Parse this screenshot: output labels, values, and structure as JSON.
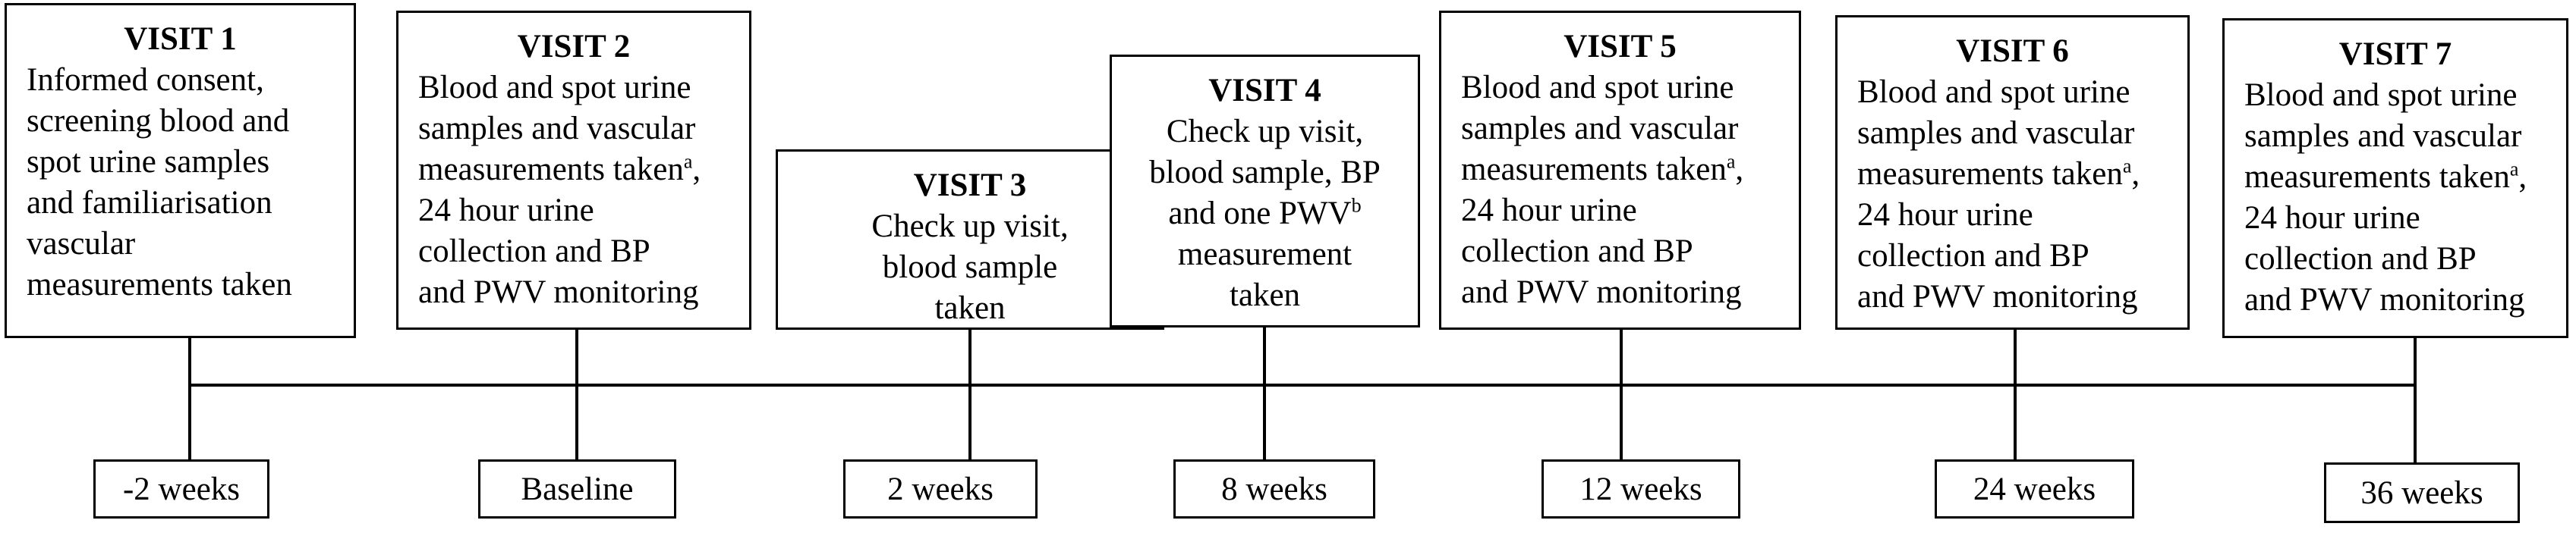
{
  "visits": [
    {
      "title": "VISIT 1",
      "lines": [
        "Informed consent,",
        "screening blood and",
        "spot urine samples",
        "and familiarisation",
        "vascular",
        "measurements taken"
      ],
      "timepoint": "-2 weeks"
    },
    {
      "title": "VISIT 2",
      "lines": [
        "Blood and spot urine",
        "samples and vascular",
        "measurements taken",
        ",",
        "24 hour urine",
        "collection and BP",
        "and PWV monitoring"
      ],
      "sup": "a",
      "timepoint": "Baseline"
    },
    {
      "title": "VISIT 3",
      "lines": [
        "Check up visit,",
        "blood sample",
        "taken"
      ],
      "timepoint": "2 weeks"
    },
    {
      "title": "VISIT 4",
      "lines": [
        "Check up visit,",
        "blood sample, BP",
        "and one PWV",
        "measurement",
        "taken"
      ],
      "sup": "b",
      "timepoint": "8 weeks"
    },
    {
      "title": "VISIT 5",
      "lines": [
        "Blood and spot urine",
        "samples and vascular",
        "measurements taken",
        ",",
        "24 hour urine",
        "collection and BP",
        "and PWV monitoring"
      ],
      "sup": "a",
      "timepoint": "12 weeks"
    },
    {
      "title": "VISIT 6",
      "lines": [
        "Blood and spot urine",
        "samples and vascular",
        "measurements taken",
        ",",
        "24 hour urine",
        "collection and BP",
        "and PWV monitoring"
      ],
      "sup": "a",
      "timepoint": "24 weeks"
    },
    {
      "title": "VISIT 7",
      "lines": [
        "Blood and spot urine",
        "samples and vascular",
        "measurements taken",
        ",",
        "24 hour urine",
        "collection and BP",
        "and PWV monitoring"
      ],
      "sup": "a",
      "timepoint": "36 weeks"
    }
  ]
}
